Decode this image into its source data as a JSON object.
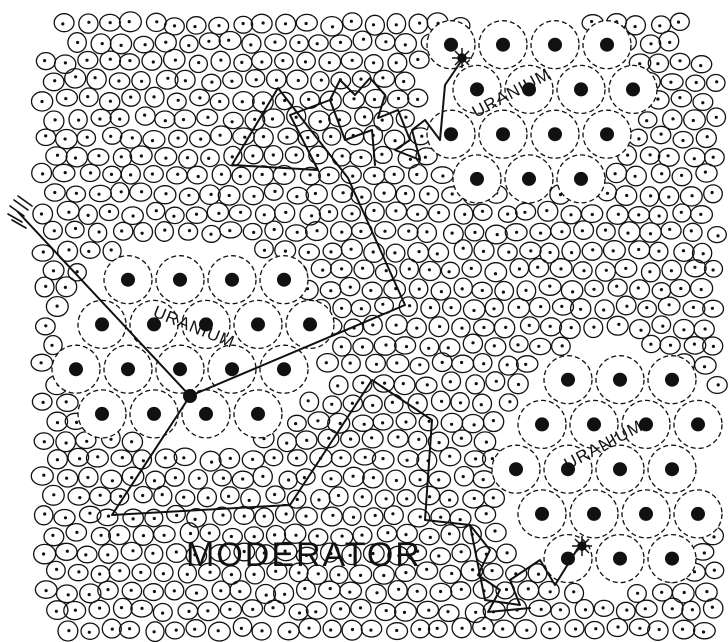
{
  "labels": {
    "uranium_top": "URANIUM",
    "uranium_left": "URANIUM",
    "uranium_right": "URANIUM",
    "moderator": "MODERATOR"
  },
  "colors": {
    "ink": "#111111",
    "paper": "#ffffff"
  }
}
